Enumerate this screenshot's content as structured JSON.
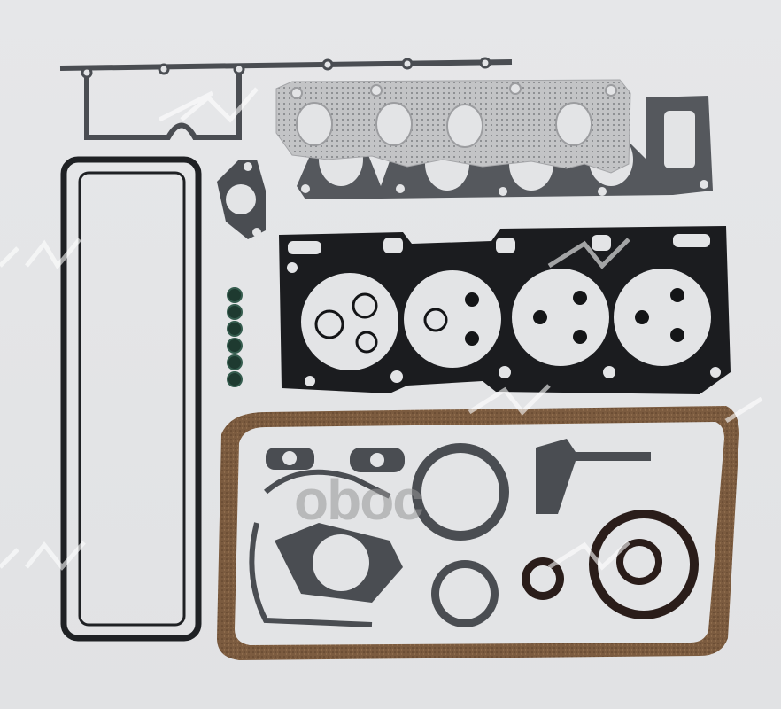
{
  "image": {
    "subject": "Engine full gasket set laid out on white background",
    "background_color": "#e3e4e6",
    "watermarks": {
      "center_text": "oboc",
      "repeated_logo": "AW"
    },
    "parts": [
      {
        "name": "valve-cover-upper-gasket",
        "material": "fiber",
        "color": "#4a4d52"
      },
      {
        "name": "exhaust-manifold-gasket",
        "material": "perforated-metal",
        "color": "#b9babc"
      },
      {
        "name": "intake-manifold-gasket",
        "material": "fiber",
        "color": "#55585d"
      },
      {
        "name": "valve-cover-gasket",
        "material": "rubber",
        "color": "#1f2124"
      },
      {
        "name": "thermostat-gasket",
        "material": "fiber",
        "color": "#4a4d52"
      },
      {
        "name": "valve-stem-seals",
        "count": 6,
        "color": "#1e3a30"
      },
      {
        "name": "cylinder-head-gasket",
        "material": "multi-layer-steel",
        "color": "#1b1c1f",
        "cylinders": 4
      },
      {
        "name": "oil-pan-gasket",
        "material": "cork",
        "color": "#7a5a3e"
      },
      {
        "name": "timing-cover-gasket",
        "material": "fiber",
        "color": "#4a4d52"
      },
      {
        "name": "water-pump-gasket",
        "material": "fiber",
        "color": "#4a4d52"
      },
      {
        "name": "crankshaft-seal-large",
        "material": "rubber",
        "color": "#2a1d1a"
      },
      {
        "name": "camshaft-seal-small",
        "material": "rubber",
        "color": "#2a1d1a"
      }
    ]
  }
}
